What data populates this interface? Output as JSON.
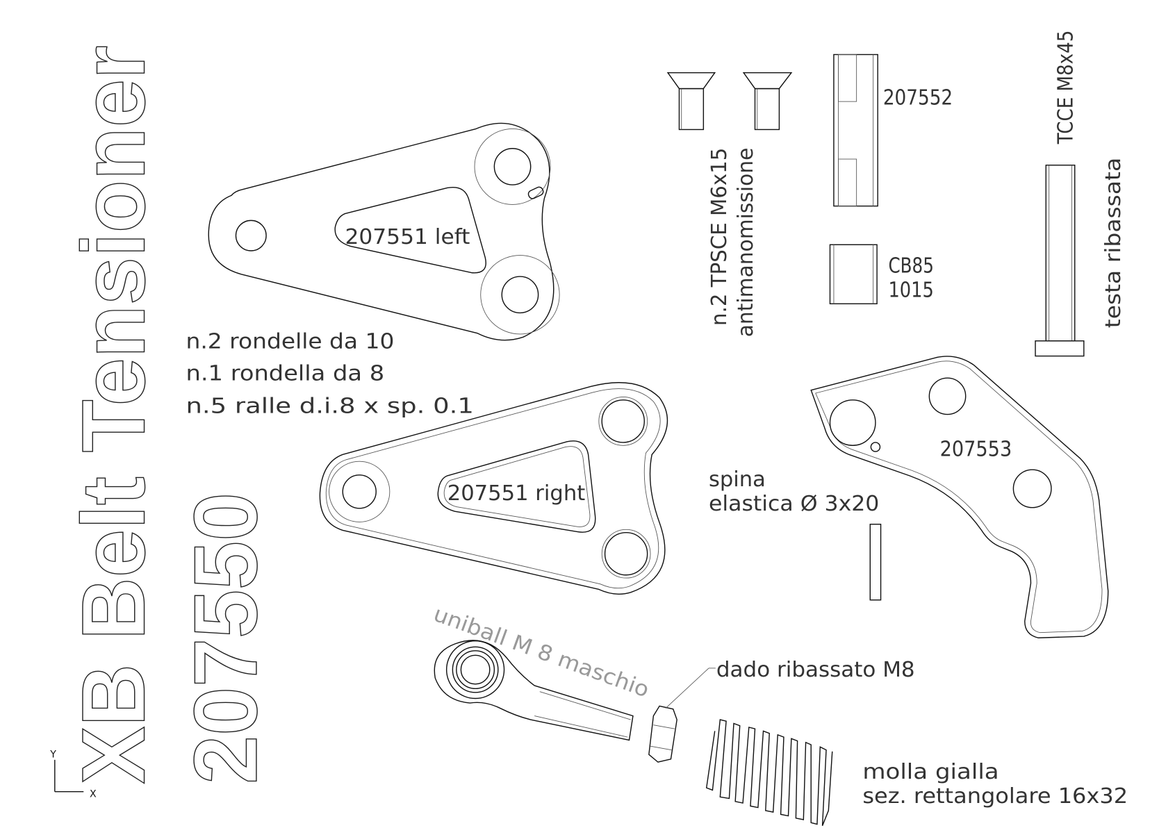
{
  "title": {
    "line1": "XB Belt Tensioner",
    "line2": "207550"
  },
  "axis": {
    "y": "Y",
    "x": "X"
  },
  "parts": {
    "left_arm": "207551 left",
    "right_arm": "207551 right",
    "plate": "207553",
    "bushing": "207552",
    "bushing2_line1": "CB85",
    "bushing2_line2": "1015",
    "screws_line1": "n.2 TPSCE M6x15",
    "screws_line2": "antimanomissione",
    "bolt_line1": "TCCE M8x45",
    "bolt_line2": "testa ribassata",
    "pin_line1": "spina",
    "pin_line2": "elastica Ø 3x20",
    "uniball": "uniball M 8 maschio",
    "nut": "dado ribassato M8",
    "spring_line1": "molla gialla",
    "spring_line2": "sez. rettangolare 16x32"
  },
  "notes": [
    "n.2 rondelle da 10",
    "n.1 rondella da 8",
    "n.5 ralle d.i.8 x sp. 0.1"
  ]
}
